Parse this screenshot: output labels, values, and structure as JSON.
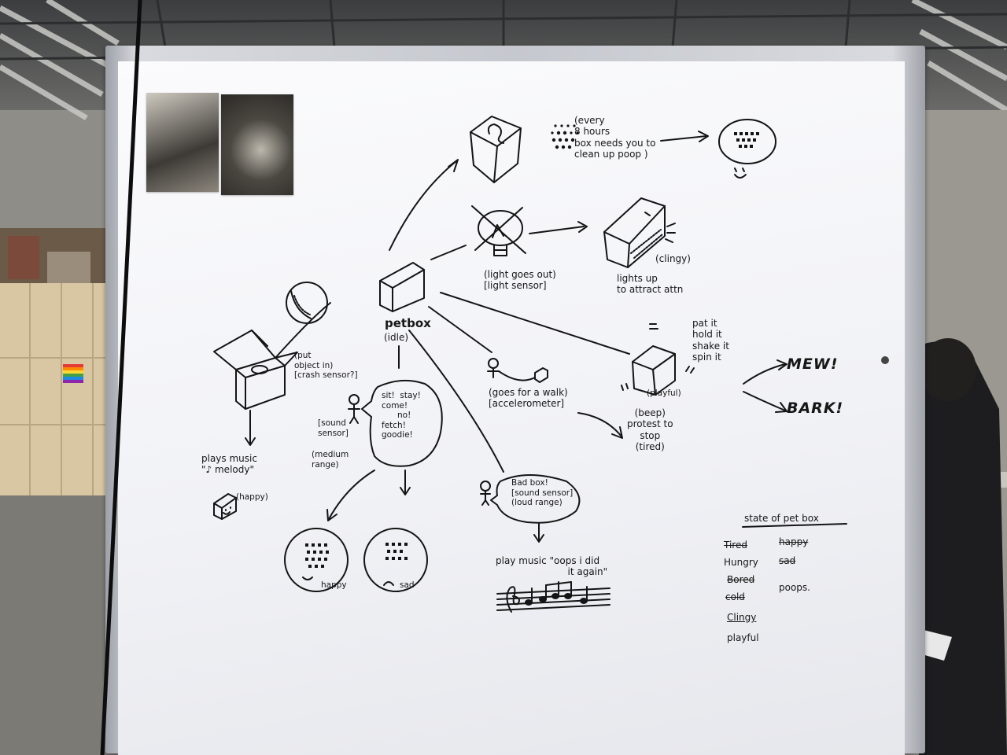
{
  "center": {
    "label": "petbox",
    "state": "(idle)"
  },
  "poop_branch": {
    "text": "(every\n8 hours\nbox needs you to\nclean up poop )"
  },
  "light_branch": {
    "text": "(light goes out)\n[light sensor]",
    "result": "lights up\nto attract attn",
    "clingy": "(clingy)"
  },
  "crash_branch": {
    "text": "(put\nobject in)\n[crash sensor?]",
    "result": "plays music\n\"♪ melody\"",
    "mood": "(happy)"
  },
  "sound_branch": {
    "bubble": "sit!  stay!\ncome!\n      no!\nfetch!\ngoodie!",
    "sensor": "[sound\nsensor]",
    "range": "(medium\nrange)",
    "happy_label": "happy",
    "sad_label": "sad"
  },
  "walk_branch": {
    "text": "(goes for a walk)\n[accelerometer]",
    "protest": "(beep)\nprotest to\nstop\n(tired)"
  },
  "play_branch": {
    "actions": "pat it\nhold it\nshake it\nspin it",
    "state": "(playful)",
    "mew": "MEW!",
    "bark": "BARK!"
  },
  "badbox_branch": {
    "bubble": "Bad box!\n[sound sensor]\n(loud range)",
    "music": "play music \"oops i did\n                        it again\""
  },
  "states": {
    "title": "state of pet box",
    "items": [
      {
        "label": "Tired",
        "struck": true
      },
      {
        "label": "happy",
        "struck": true
      },
      {
        "label": "Hungry",
        "struck": false
      },
      {
        "label": "sad",
        "struck": true
      },
      {
        "label": "Bored",
        "struck": true
      },
      {
        "label": "poops.",
        "struck": false
      },
      {
        "label": "cold",
        "struck": true
      },
      {
        "label": "Clingy",
        "struck": false
      },
      {
        "label": "playful",
        "struck": false
      }
    ]
  }
}
